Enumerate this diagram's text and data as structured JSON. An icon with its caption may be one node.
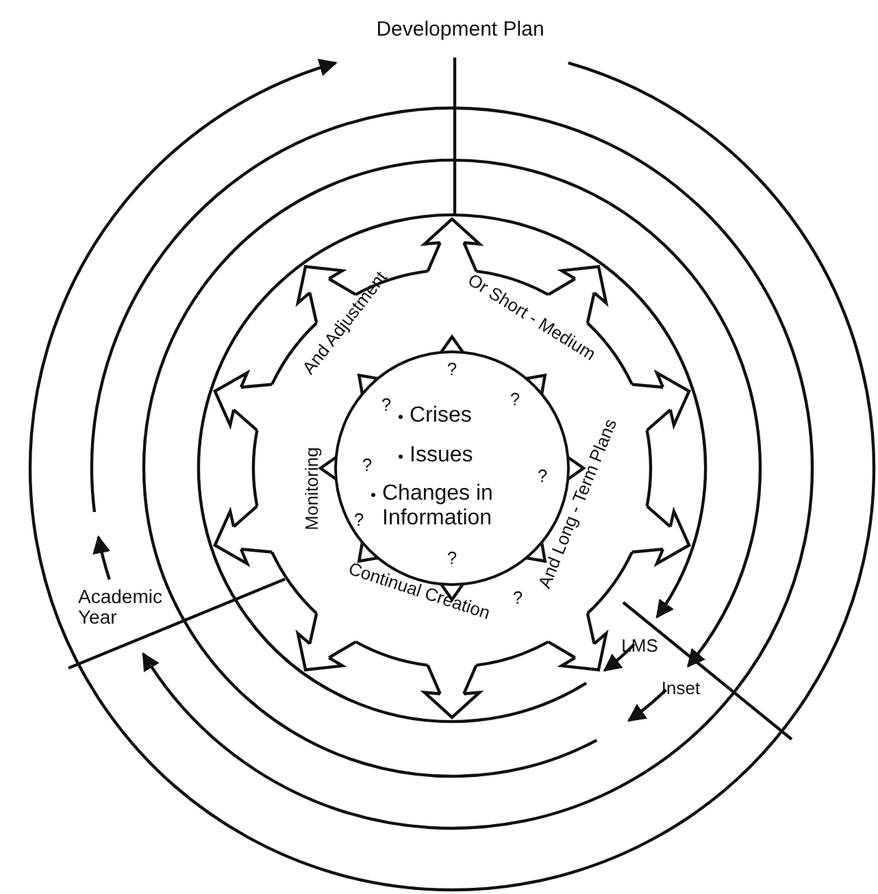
{
  "diagram": {
    "nodes": [
      {
        "text": [
          "Crises",
          "Issues",
          "Changes in Information"
        ]
      }
    ],
    "labels": [
      "Development Plan",
      "Or Short - Medium",
      "And Adjustment",
      "?",
      "?",
      "?",
      "?",
      "Monitoring",
      "?",
      "And Long - Term Plans",
      "?",
      "?",
      "Continual Creation",
      "?",
      "LMS",
      "Inset",
      "Academic Year"
    ]
  }
}
